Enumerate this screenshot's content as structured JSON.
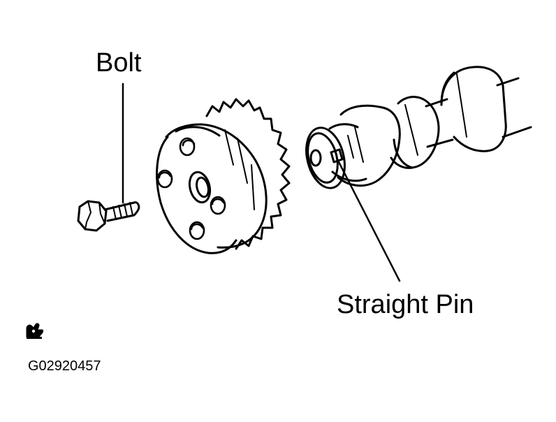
{
  "labels": {
    "bolt": "Bolt",
    "straight_pin": "Straight Pin"
  },
  "figure_code": "G02920457",
  "icons": {
    "tool_symbol": "wrench-tool-icon"
  },
  "colors": {
    "ink": "#000000",
    "paper": "#ffffff"
  }
}
